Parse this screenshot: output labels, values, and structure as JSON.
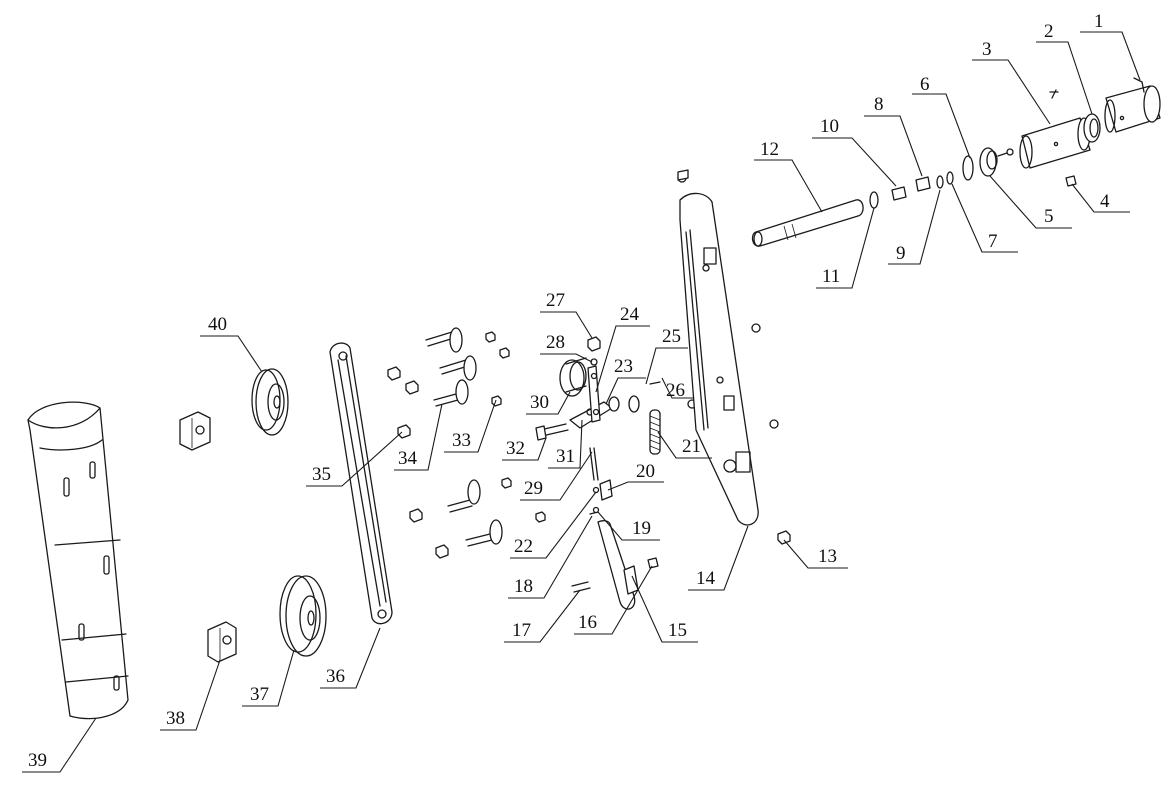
{
  "callouts": [
    {
      "n": "1"
    },
    {
      "n": "2"
    },
    {
      "n": "3"
    },
    {
      "n": "4"
    },
    {
      "n": "5"
    },
    {
      "n": "6"
    },
    {
      "n": "7"
    },
    {
      "n": "8"
    },
    {
      "n": "9"
    },
    {
      "n": "10"
    },
    {
      "n": "11"
    },
    {
      "n": "12"
    },
    {
      "n": "13"
    },
    {
      "n": "14"
    },
    {
      "n": "15"
    },
    {
      "n": "16"
    },
    {
      "n": "17"
    },
    {
      "n": "18"
    },
    {
      "n": "19"
    },
    {
      "n": "20"
    },
    {
      "n": "21"
    },
    {
      "n": "22"
    },
    {
      "n": "23"
    },
    {
      "n": "24"
    },
    {
      "n": "25"
    },
    {
      "n": "26"
    },
    {
      "n": "27"
    },
    {
      "n": "28"
    },
    {
      "n": "29"
    },
    {
      "n": "30"
    },
    {
      "n": "31"
    },
    {
      "n": "32"
    },
    {
      "n": "33"
    },
    {
      "n": "34"
    },
    {
      "n": "35"
    },
    {
      "n": "36"
    },
    {
      "n": "37"
    },
    {
      "n": "38"
    },
    {
      "n": "39"
    },
    {
      "n": "40"
    }
  ]
}
